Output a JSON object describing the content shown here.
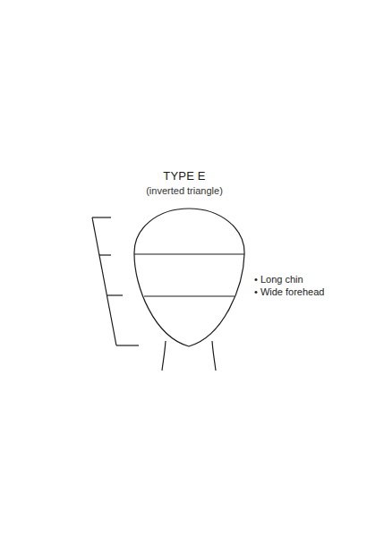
{
  "diagram": {
    "title": "TYPE E",
    "labels": [
      "(inverted triangle)",
      "• Long chin",
      "• Wide forehead"
    ]
  }
}
